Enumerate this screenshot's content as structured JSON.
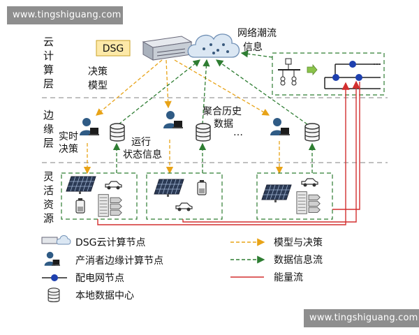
{
  "watermarks": {
    "top": "www.tingshiguang.com",
    "bottom": "www.tingshiguang.com"
  },
  "layers": {
    "cloud": [
      "云",
      "计",
      "算",
      "层"
    ],
    "edge": [
      "边",
      "缘",
      "层"
    ],
    "flex": [
      "灵",
      "活",
      "资",
      "源"
    ]
  },
  "labels": {
    "dsg": "DSG",
    "flow_1": "网络潮流",
    "flow_2": "信息",
    "decision_1": "决策",
    "decision_2": "模型",
    "history_1": "聚合历史",
    "history_2": "数据",
    "ellipsis": "…",
    "realtime_1": "实时",
    "realtime_2": "决策",
    "status_1": "运行",
    "status_2": "状态信息"
  },
  "legend": {
    "dsg_node": "DSG云计算节点",
    "edge_node": "产消者边缘计算节点",
    "grid_node": "配电网节点",
    "data_center": "本地数据中心",
    "model_flow": "模型与决策",
    "data_flow": "数据信息流",
    "energy_flow": "能量流"
  },
  "colors": {
    "model_flow": "#e8a317",
    "data_flow": "#2e7d32",
    "energy_flow": "#d32f2f",
    "grid_node": "#1e40af",
    "divider": "#9a9a9a",
    "dsg_box": "#fde9a8"
  }
}
